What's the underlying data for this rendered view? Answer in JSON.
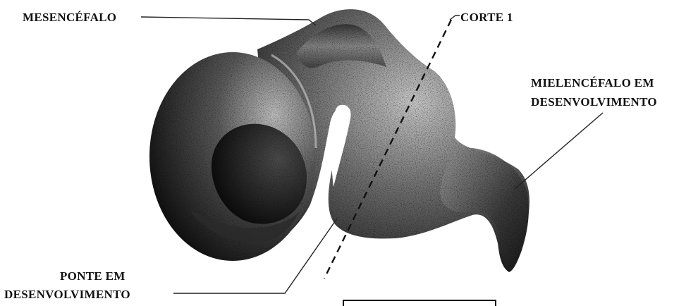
{
  "labels": {
    "mesencefalo": "MESENCÉFALO",
    "corte": "CORTE 1",
    "mielencefalo_line1": "MIELENCÉFALO EM",
    "mielencefalo_line2": "DESENVOLVIMENTO",
    "ponte_line1": "PONTE EM",
    "ponte_line2": "DESENVOLVIMENTO"
  },
  "colors": {
    "tissue_light": "#9a9a9a",
    "tissue_dark": "#1c1c1c",
    "ink": "#111111"
  }
}
